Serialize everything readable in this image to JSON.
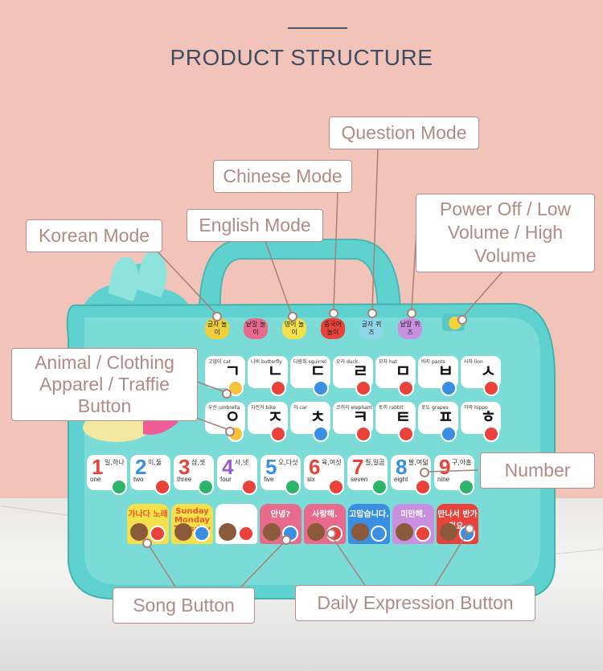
{
  "title": "PRODUCT STRUCTURE",
  "labels": {
    "question_mode": "Question Mode",
    "chinese_mode": "Chinese Mode",
    "english_mode": "English Mode",
    "korean_mode": "Korean Mode",
    "power": "Power Off / Low Volume / High Volume",
    "animal": "Animal / Clothing Apparel / Traffie Button",
    "number": "Number",
    "song": "Song Button",
    "daily": "Daily Expression Button"
  },
  "mode_buttons": [
    {
      "text": "글자 놀이",
      "color": "#f0d03a"
    },
    {
      "text": "낱말 놀이",
      "color": "#e86a8c"
    },
    {
      "text": "영어 놀이",
      "color": "#f3e04a"
    },
    {
      "text": "중국어 놀이",
      "color": "#e8423a"
    },
    {
      "text": "글자 퀴즈",
      "color": "#8fd6e8"
    },
    {
      "text": "낱말 퀴즈",
      "color": "#c98fe0"
    }
  ],
  "row1": [
    {
      "han": "ㄱ",
      "word": "고양이 cat"
    },
    {
      "han": "ㄴ",
      "word": "나비 butterfly"
    },
    {
      "han": "ㄷ",
      "word": "다람쥐 squirrel"
    },
    {
      "han": "ㄹ",
      "word": "오리 duck"
    },
    {
      "han": "ㅁ",
      "word": "모자 hat"
    },
    {
      "han": "ㅂ",
      "word": "바지 pants"
    },
    {
      "han": "ㅅ",
      "word": "사자 lion"
    }
  ],
  "row2": [
    {
      "han": "ㅇ",
      "word": "우산 umbrella"
    },
    {
      "han": "ㅈ",
      "word": "자전거 bike"
    },
    {
      "han": "ㅊ",
      "word": "차 car"
    },
    {
      "han": "ㅋ",
      "word": "코끼리 elephant"
    },
    {
      "han": "ㅌ",
      "word": "토끼 rabbit"
    },
    {
      "han": "ㅍ",
      "word": "포도 grapes"
    },
    {
      "han": "ㅎ",
      "word": "하마 hippo"
    }
  ],
  "numbers": [
    {
      "d": "1",
      "ko": "일,하나",
      "en": "one",
      "color": "#e8423a"
    },
    {
      "d": "2",
      "ko": "이,둘",
      "en": "two",
      "color": "#3a8fe0"
    },
    {
      "d": "3",
      "ko": "삼,셋",
      "en": "three",
      "color": "#e8423a"
    },
    {
      "d": "4",
      "ko": "사,넷",
      "en": "four",
      "color": "#9a5ad0"
    },
    {
      "d": "5",
      "ko": "오,다섯",
      "en": "five",
      "color": "#3a8fe0"
    },
    {
      "d": "6",
      "ko": "육,여섯",
      "en": "six",
      "color": "#e8423a"
    },
    {
      "d": "7",
      "ko": "칠,일곱",
      "en": "seven",
      "color": "#e8423a"
    },
    {
      "d": "8",
      "ko": "팔,여덟",
      "en": "eight",
      "color": "#3a8fe0"
    },
    {
      "d": "9",
      "ko": "구,아홉",
      "en": "nine",
      "color": "#e8423a"
    }
  ],
  "daily_keys": [
    {
      "t": "가나다 노래",
      "color": "#f3e04a"
    },
    {
      "t": "Sunday Monday Tuesday",
      "color": "#f3e04a"
    },
    {
      "t": "",
      "color": "#ffffff"
    },
    {
      "t": "안녕?",
      "color": "#e86a8c"
    },
    {
      "t": "사랑해.",
      "color": "#e86a8c"
    },
    {
      "t": "고맙습니다.",
      "color": "#3a8fe0"
    },
    {
      "t": "미안해.",
      "color": "#c98fe0"
    },
    {
      "t": "만나서 반가워요.",
      "color": "#e8423a"
    }
  ],
  "colors": {
    "toy_body": "#5fd2cf",
    "label_border": "#b88f88",
    "label_text": "#b08a86",
    "title_text": "#3f4d63"
  }
}
